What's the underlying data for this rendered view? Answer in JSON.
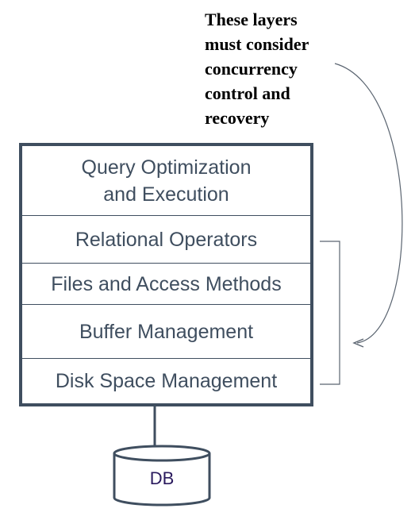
{
  "note": {
    "lines": [
      "These layers",
      "must consider",
      "concurrency",
      "control and",
      "recovery"
    ]
  },
  "layers": [
    {
      "label": "Query Optimization\nand Execution"
    },
    {
      "label": "Relational Operators"
    },
    {
      "label": "Files and Access Methods"
    },
    {
      "label": "Buffer Management"
    },
    {
      "label": "Disk Space Management"
    }
  ],
  "database": {
    "label": "DB"
  },
  "colors": {
    "stroke": "#3f4e5f",
    "text": "#3f4e5f",
    "db_text": "#2a1a5e",
    "connector": "#5a6470"
  }
}
